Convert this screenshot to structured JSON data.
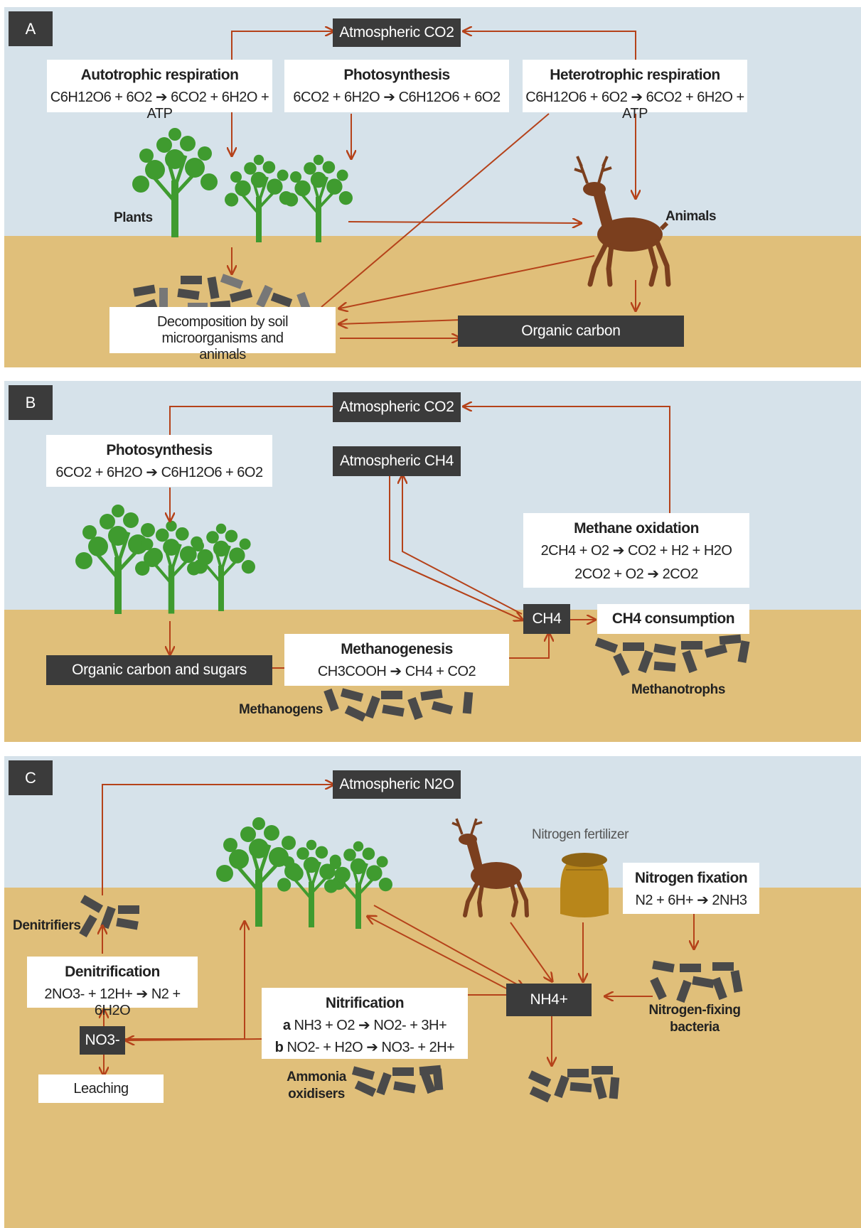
{
  "panels": {
    "a": {
      "tag": "A",
      "atm": "Atmospheric CO2",
      "auto": {
        "title": "Autotrophic respiration",
        "eq": "C6H12O6 + 6O2 ➔ 6CO2 + 6H2O + ATP"
      },
      "photo": {
        "title": "Photosynthesis",
        "eq": "6CO2 + 6H2O ➔ C6H12O6 + 6O2"
      },
      "hetero": {
        "title": "Heterotrophic respiration",
        "eq": "C6H12O6 + 6O2 ➔ 6CO2 + 6H2O + ATP"
      },
      "plants": "Plants",
      "animals": "Animals",
      "decomp": "Decomposition by soil microorganisms and animals",
      "organic": "Organic carbon"
    },
    "b": {
      "tag": "B",
      "atm_co2": "Atmospheric CO2",
      "atm_ch4": "Atmospheric CH4",
      "photo": {
        "title": "Photosynthesis",
        "eq": "6CO2 + 6H2O ➔ C6H12O6 + 6O2"
      },
      "mox": {
        "title": "Methane oxidation",
        "eq1": "2CH4 + O2 ➔ CO2 + H2 + H2O",
        "eq2": "2CO2 + O2 ➔ 2CO2"
      },
      "ch4": "CH4",
      "consumption": "CH4 consumption",
      "organic": "Organic carbon and sugars",
      "methanogenesis": {
        "title": "Methanogenesis",
        "eq": "CH3COOH ➔ CH4 + CO2"
      },
      "methanogens": "Methanogens",
      "methanotrophs": "Methanotrophs"
    },
    "c": {
      "tag": "C",
      "atm": "Atmospheric N2O",
      "fertilizer": "Nitrogen fertilizer",
      "fixation": {
        "title": "Nitrogen fixation",
        "eq": "N2 + 6H+ ➔ 2NH3"
      },
      "denitrifiers": "Denitrifiers",
      "denitrification": {
        "title": "Denitrification",
        "eq": "2NO3- + 12H+ ➔ N2 + 6H2O"
      },
      "no3": "NO3-",
      "leaching": "Leaching",
      "nitrification": {
        "title": "Nitrification",
        "eq_a_label": "a",
        "eq_a": "NH3 + O2 ➔ NO2- + 3H+",
        "eq_b_label": "b",
        "eq_b": "NO2- + H2O ➔ NO3- + 2H+"
      },
      "nh4": "NH4+",
      "ammonia": "Ammonia oxidisers",
      "nfix": "Nitrogen-fixing bacteria"
    }
  },
  "colors": {
    "sky": "#d6e2ea",
    "soil": "#e0bf7a",
    "arrow": "#b5421a",
    "tree": "#3f9b2f",
    "deer": "#7b3f1e",
    "box_dark": "#3b3b3b",
    "microbe": "#4a4a4a"
  }
}
